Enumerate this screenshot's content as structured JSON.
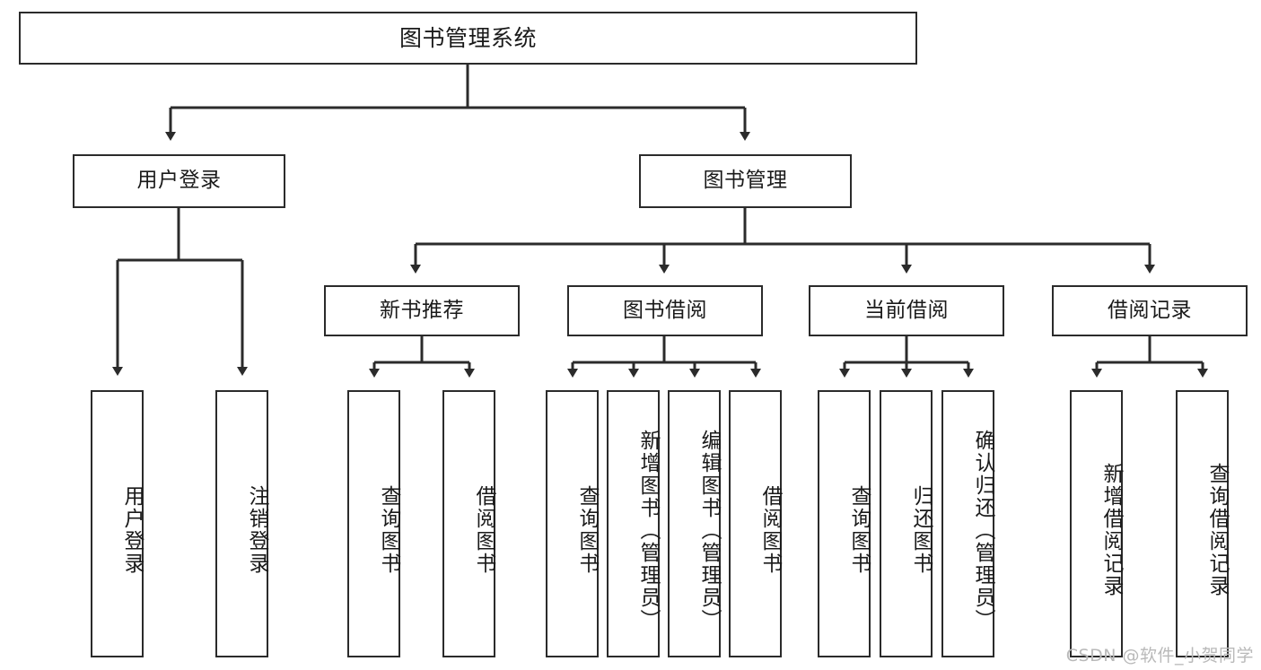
{
  "diagram": {
    "type": "tree",
    "title": "图书管理系统",
    "orientation": "top-down",
    "colors": {
      "background": "#ffffff",
      "node_fill": "#ffffff",
      "node_border": "#2b2b2b",
      "edge": "#333333",
      "text": "#1a1a1a",
      "watermark": "#b9b9b9"
    },
    "root": {
      "label": "图书管理系统"
    },
    "level2": [
      {
        "label": "用户登录"
      },
      {
        "label": "图书管理"
      }
    ],
    "level3": [
      {
        "label": "新书推荐"
      },
      {
        "label": "图书借阅"
      },
      {
        "label": "当前借阅"
      },
      {
        "label": "借阅记录"
      }
    ],
    "leaves": {
      "user_login": [
        {
          "label": "用户登录"
        },
        {
          "label": "注销登录"
        }
      ],
      "new_book_recommend": [
        {
          "label": "查询图书"
        },
        {
          "label": "借阅图书"
        }
      ],
      "book_borrow": [
        {
          "label": "查询图书"
        },
        {
          "label": "新增图书（管理员）"
        },
        {
          "label": "编辑图书（管理员）"
        },
        {
          "label": "借阅图书"
        }
      ],
      "current_borrow": [
        {
          "label": "查询图书"
        },
        {
          "label": "归还图书"
        },
        {
          "label": "确认归还（管理员）"
        }
      ],
      "borrow_record": [
        {
          "label": "新增借阅记录"
        },
        {
          "label": "查询借阅记录"
        }
      ]
    }
  },
  "watermark": {
    "text": "CSDN @软件_小贺同学"
  }
}
